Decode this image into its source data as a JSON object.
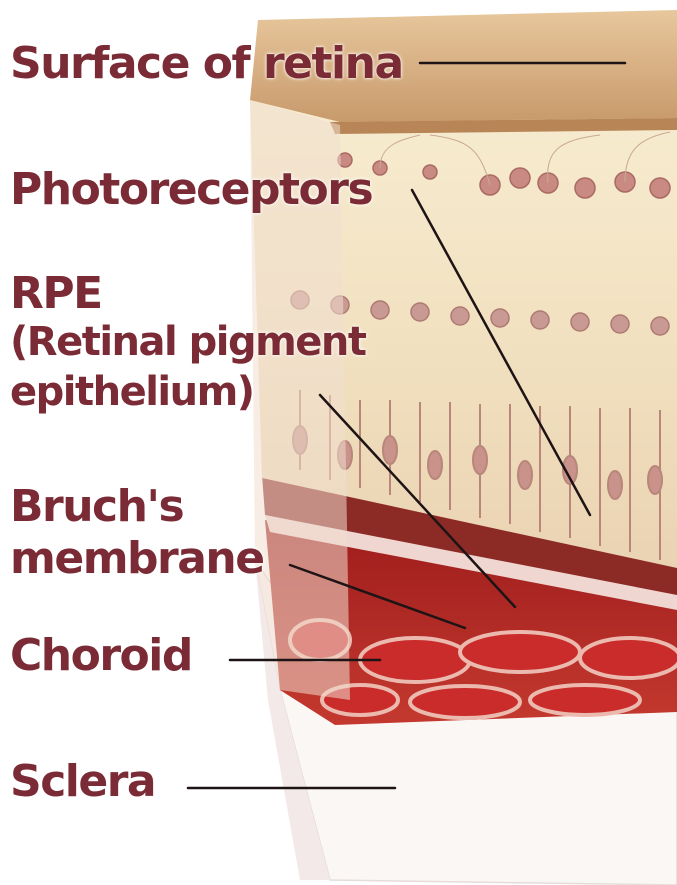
{
  "labels": {
    "surface": "Surface of retina",
    "photoreceptors": "Photoreceptors",
    "rpe_title": "RPE",
    "rpe_line1": "(Retinal pigment",
    "rpe_line2": "epithelium)",
    "bruch_line1": "Bruch's",
    "bruch_line2": "membrane",
    "choroid": "Choroid",
    "sclera": "Sclera"
  },
  "colors": {
    "label_text": "#7a2b35",
    "leader_line": "#1e1416",
    "surface_layer": "#d9b489",
    "retina_layer": "#f4e7c8",
    "rpe_layer": "#8c2a26",
    "choroid_layer": "#b11f1f",
    "sclera_layer": "#fbf7f5"
  }
}
